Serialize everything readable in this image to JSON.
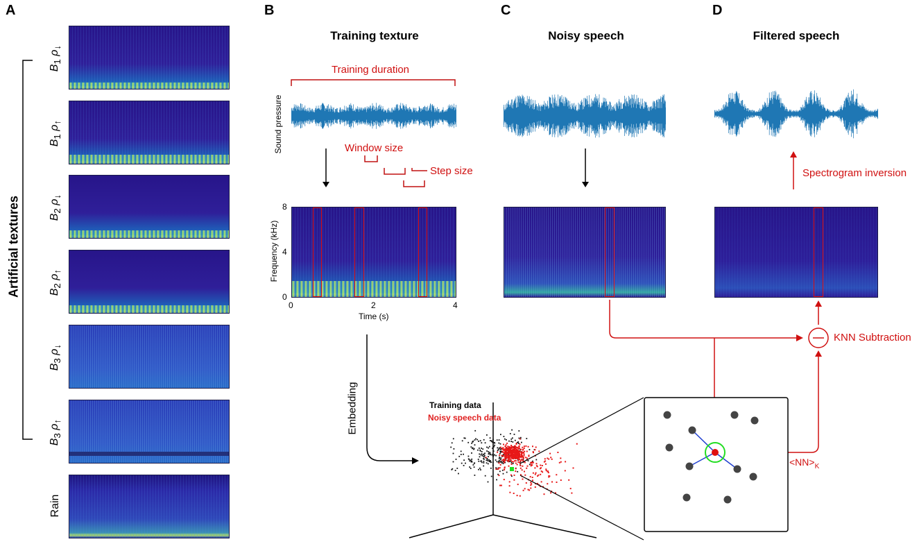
{
  "panels": {
    "a_letter": "A",
    "b_letter": "B",
    "c_letter": "C",
    "d_letter": "D"
  },
  "titles": {
    "b": "Training texture",
    "c": "Noisy speech",
    "d": "Filtered speech"
  },
  "panel_a": {
    "group_label": "Artificial textures",
    "rows": [
      {
        "base": "B",
        "sub": "1",
        "rho": "ρ",
        "arrow": "↓"
      },
      {
        "base": "B",
        "sub": "1",
        "rho": "ρ",
        "arrow": "↑"
      },
      {
        "base": "B",
        "sub": "2",
        "rho": "ρ",
        "arrow": "↓"
      },
      {
        "base": "B",
        "sub": "2",
        "rho": "ρ",
        "arrow": "↑"
      },
      {
        "base": "B",
        "sub": "3",
        "rho": "ρ",
        "arrow": "↓"
      },
      {
        "base": "B",
        "sub": "3",
        "rho": "ρ",
        "arrow": "↑"
      }
    ],
    "rain_label": "Rain"
  },
  "panel_b": {
    "training_duration": "Training duration",
    "sound_pressure": "Sound pressure",
    "window_size": "Window size",
    "step_size": "Step size",
    "y_axis_label": "Frequency (kHz)",
    "x_axis_label": "Time (s)",
    "y_ticks": [
      "8",
      "4",
      "0"
    ],
    "x_ticks": [
      "0",
      "2",
      "4"
    ],
    "embedding": "Embedding"
  },
  "panel_d": {
    "spectrogram_inversion": "Spectrogram inversion",
    "knn_subtraction": "KNN Subtraction",
    "nn_k": "<NN>",
    "nn_k_sub": "K"
  },
  "scatter": {
    "legend_training": "Training data",
    "legend_noisy": "Noisy speech data"
  },
  "colors": {
    "waveform": "#1f77b4",
    "annotation_red": "#d01010",
    "highlight_green": "#22dd22",
    "point_grey": "#444444"
  }
}
